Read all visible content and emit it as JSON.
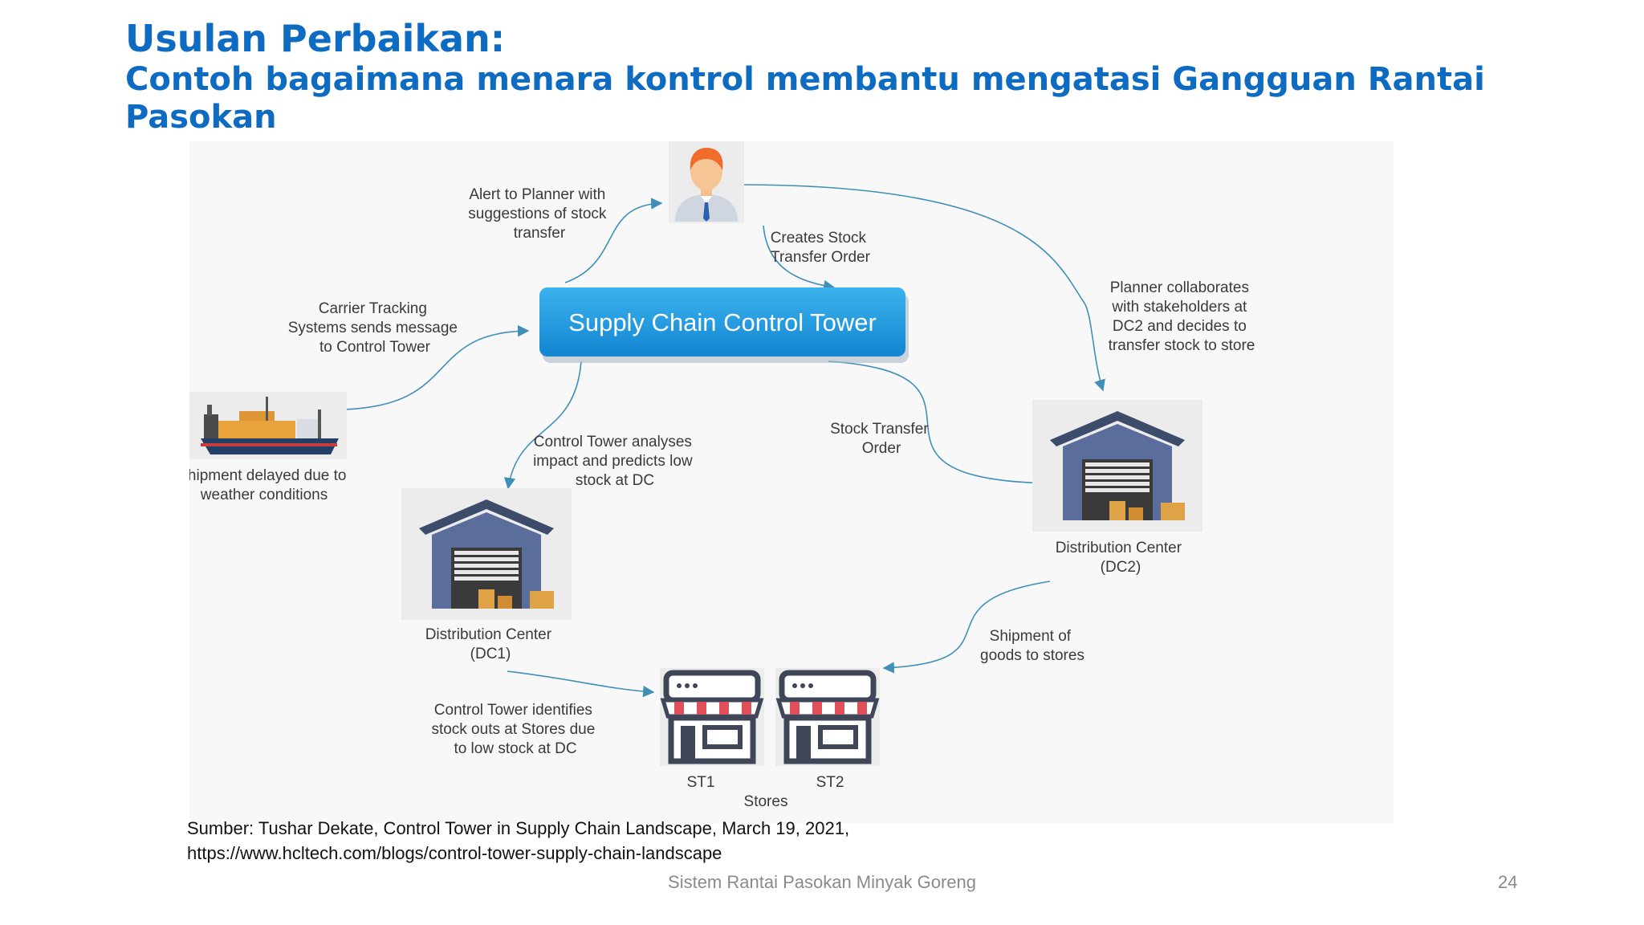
{
  "title": "Usulan Perbaikan:",
  "subtitle": "Contoh bagaimana menara kontrol membantu mengatasi Gangguan Rantai Pasokan",
  "diagram": {
    "tower_label": "Supply Chain Control Tower",
    "notes": {
      "alert": [
        "Alert to Planner with",
        "suggestions of stock",
        "transfer"
      ],
      "creates_order": [
        "Creates Stock",
        "Transfer Order"
      ],
      "carrier": [
        "Carrier Tracking",
        "Systems sends message",
        "to Control Tower"
      ],
      "planner_collab": [
        "Planner collaborates",
        "with stakeholders at",
        "DC2 and decides to",
        "transfer stock to store"
      ],
      "ship_delayed": [
        "Shipment delayed due to",
        "weather conditions"
      ],
      "analyses": [
        "Control Tower analyses",
        "impact and predicts low",
        "stock at DC"
      ],
      "stock_transfer": [
        "Stock Transfer",
        "Order"
      ],
      "dc1": [
        "Distribution Center",
        "(DC1)"
      ],
      "dc2": [
        "Distribution Center",
        "(DC2)"
      ],
      "shipment_goods": [
        "Shipment  of",
        "goods to stores"
      ],
      "identifies": [
        "Control Tower identifies",
        "stock outs at Stores due",
        "to low stock at DC"
      ],
      "st1": "ST1",
      "st2": "ST2",
      "stores": "Stores"
    },
    "icons": [
      "planner-person-icon",
      "cargo-ship-icon",
      "warehouse-icon",
      "store-icon"
    ],
    "colors": {
      "tower_top": "#3bb3ee",
      "tower_bottom": "#1385d1",
      "arrow": "#3f8fb8",
      "warehouse_roof": "#3d4c6b",
      "warehouse_wall": "#5b6d9a",
      "awning_red": "#e0505a"
    }
  },
  "source": {
    "line1": "Sumber: Tushar Dekate, Control Tower in Supply Chain Landscape, March 19, 2021,",
    "line2": "https://www.hcltech.com/blogs/control-tower-supply-chain-landscape"
  },
  "footer": "Sistem Rantai Pasokan Minyak Goreng",
  "page_number": "24"
}
